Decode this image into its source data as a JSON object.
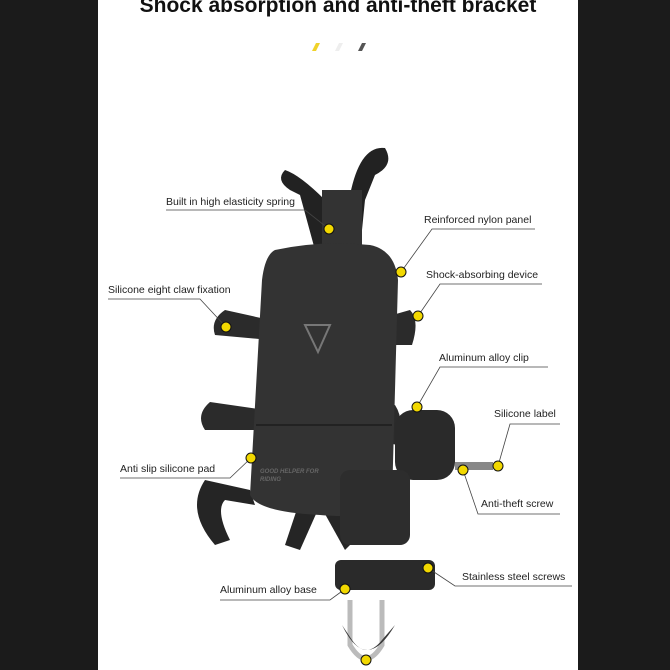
{
  "title": "Shock absorption and anti-theft bracket",
  "colors": {
    "accent": "#f2d800",
    "bracket": "#2a2a2a",
    "background": "#1b1b1b",
    "panel": "#ffffff"
  },
  "indicator_dots": [
    "#f0d22a",
    "#eeeeee",
    "#555555"
  ],
  "product_marking": "GOOD HELPER FOR RIDING",
  "labels": {
    "spring": "Built in high elasticity spring",
    "nylon_panel": "Reinforced nylon panel",
    "claw": "Silicone eight claw fixation",
    "shock": "Shock-absorbing device",
    "clip": "Aluminum alloy clip",
    "silicone_label": "Silicone label",
    "pad": "Anti slip silicone pad",
    "antitheft": "Anti-theft screw",
    "steel_screws": "Stainless steel screws",
    "base": "Aluminum alloy base"
  }
}
